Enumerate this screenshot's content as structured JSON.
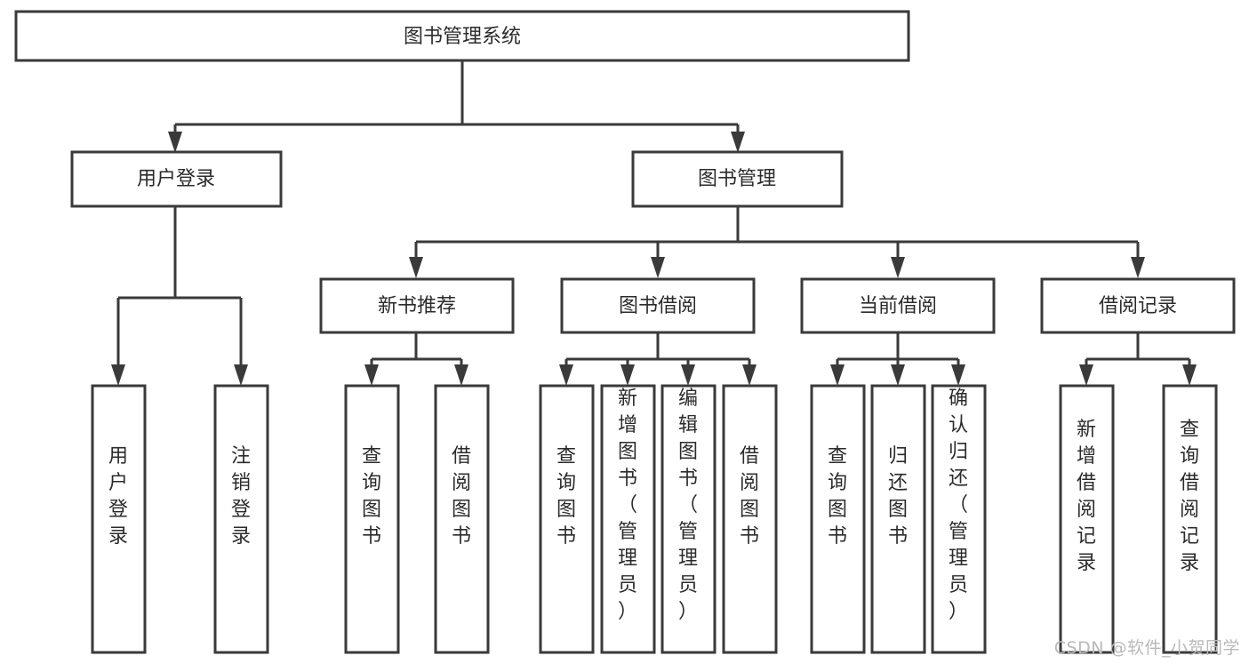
{
  "diagram": {
    "type": "hierarchy-tree",
    "title": "图书管理系统",
    "root": {
      "id": "root",
      "label": "图书管理系统",
      "level": 0
    },
    "levels": [
      {
        "level": 1,
        "nodes": [
          {
            "id": "user-login",
            "label": "用户登录"
          },
          {
            "id": "book-management",
            "label": "图书管理"
          }
        ]
      },
      {
        "level": 2,
        "parent": "book-management",
        "nodes": [
          {
            "id": "new-book-recommend",
            "label": "新书推荐"
          },
          {
            "id": "book-borrow",
            "label": "图书借阅"
          },
          {
            "id": "current-borrow",
            "label": "当前借阅"
          },
          {
            "id": "borrow-record",
            "label": "借阅记录"
          }
        ]
      },
      {
        "level": 3,
        "nodes": [
          {
            "id": "leaf-user-login",
            "parent": "user-login",
            "label": "用户登录"
          },
          {
            "id": "leaf-logout",
            "parent": "user-login",
            "label": "注销登录"
          },
          {
            "id": "leaf-query-book-1",
            "parent": "new-book-recommend",
            "label": "查询图书"
          },
          {
            "id": "leaf-borrow-book-1",
            "parent": "new-book-recommend",
            "label": "借阅图书"
          },
          {
            "id": "leaf-query-book-2",
            "parent": "book-borrow",
            "label": "查询图书"
          },
          {
            "id": "leaf-add-book",
            "parent": "book-borrow",
            "label": "新增图书（管理员）"
          },
          {
            "id": "leaf-edit-book",
            "parent": "book-borrow",
            "label": "编辑图书（管理员）"
          },
          {
            "id": "leaf-borrow-book-2",
            "parent": "book-borrow",
            "label": "借阅图书"
          },
          {
            "id": "leaf-query-book-3",
            "parent": "current-borrow",
            "label": "查询图书"
          },
          {
            "id": "leaf-return-book",
            "parent": "current-borrow",
            "label": "归还图书"
          },
          {
            "id": "leaf-confirm-return",
            "parent": "current-borrow",
            "label": "确认归还（管理员）"
          },
          {
            "id": "leaf-add-record",
            "parent": "borrow-record",
            "label": "新增借阅记录"
          },
          {
            "id": "leaf-query-record",
            "parent": "borrow-record",
            "label": "查询借阅记录"
          }
        ]
      }
    ],
    "colors": {
      "box_stroke": "#3a3a3a",
      "box_fill": "#ffffff",
      "text": "#2b2b2b",
      "background": "#ffffff",
      "watermark": "#b9b9b9"
    }
  },
  "watermark": {
    "text": "CSDN @软件_小贺同学"
  }
}
